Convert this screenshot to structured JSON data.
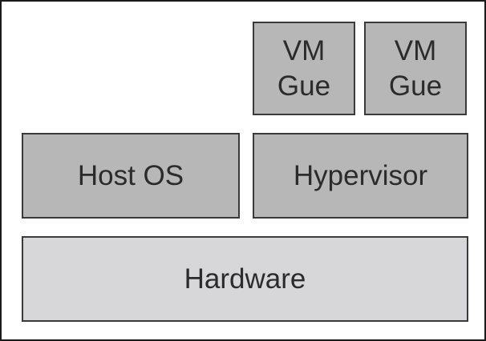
{
  "diagram": {
    "vm_guests": [
      {
        "line1": "VM",
        "line2": "Gue"
      },
      {
        "line1": "VM",
        "line2": "Gue"
      }
    ],
    "host_os": "Host OS",
    "hypervisor": "Hypervisor",
    "hardware": "Hardware"
  },
  "colors": {
    "layer_dark": "#b7b7b7",
    "layer_light": "#d7d7d9",
    "border": "#3a3a3a",
    "text": "#2b2b2b"
  }
}
